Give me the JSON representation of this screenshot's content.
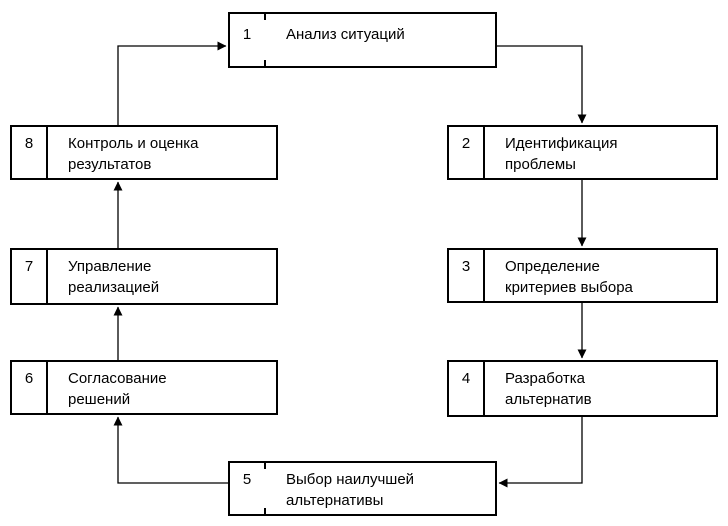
{
  "diagram": {
    "description": "Cycle flowchart of decision-making process stages",
    "colors": {
      "line": "#000000",
      "background": "#ffffff",
      "text": "#000000"
    },
    "steps": [
      {
        "num": "1",
        "label": "Анализ ситуаций",
        "lines": [
          "Анализ ситуаций"
        ]
      },
      {
        "num": "2",
        "label": "Идентификация проблемы",
        "lines": [
          "Идентификация",
          "проблемы"
        ]
      },
      {
        "num": "3",
        "label": "Определение критериев выбора",
        "lines": [
          "Определение",
          "критериев выбора"
        ]
      },
      {
        "num": "4",
        "label": "Разработка альтернатив",
        "lines": [
          "Разработка",
          "альтернатив"
        ]
      },
      {
        "num": "5",
        "label": "Выбор наилучшей альтернативы",
        "lines": [
          "Выбор наилучшей",
          "альтернативы"
        ]
      },
      {
        "num": "6",
        "label": "Согласование решений",
        "lines": [
          "Согласование",
          "решений"
        ]
      },
      {
        "num": "7",
        "label": "Управление реализацией",
        "lines": [
          "Управление",
          "реализацией"
        ]
      },
      {
        "num": "8",
        "label": "Контроль и оценка результатов",
        "lines": [
          "Контроль и оценка",
          "результатов"
        ]
      }
    ],
    "edges": [
      {
        "from": "1",
        "to": "2"
      },
      {
        "from": "2",
        "to": "3"
      },
      {
        "from": "3",
        "to": "4"
      },
      {
        "from": "4",
        "to": "5"
      },
      {
        "from": "5",
        "to": "6"
      },
      {
        "from": "6",
        "to": "7"
      },
      {
        "from": "7",
        "to": "8"
      },
      {
        "from": "8",
        "to": "1"
      }
    ]
  }
}
